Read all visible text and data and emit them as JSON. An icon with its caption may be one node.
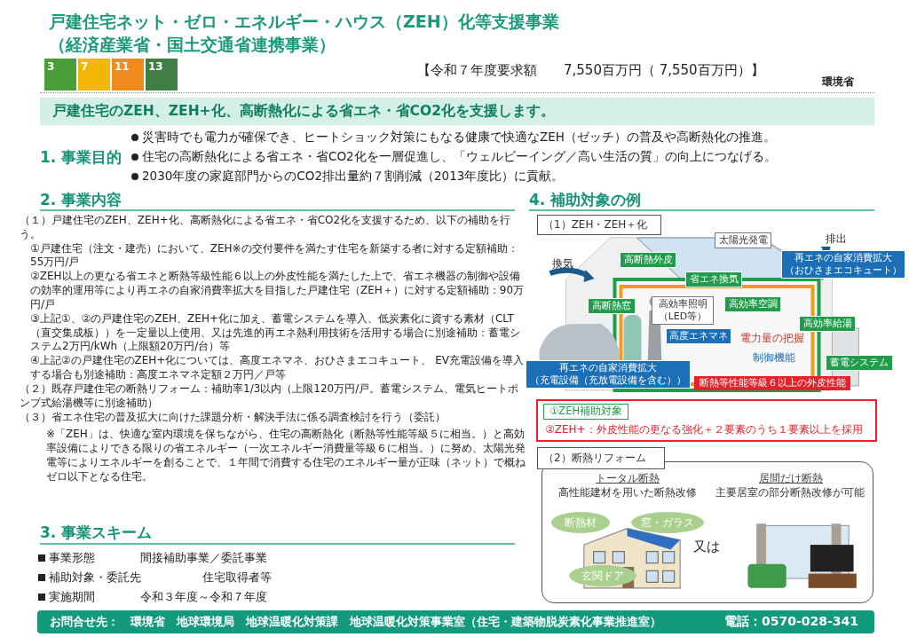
{
  "diagram": {
    "title": "戸建住宅ネット・ゼロ・エネルギー・ハウス（ZEH）化等支援事業",
    "nodes": [
      {
        "text": [
          "戸建住宅のZEH、ZEH+化、高断熱化による省エネ・省CO2化を支援します。"
        ]
      },
      {
        "text": [
          "（1）ZEH・ZEH＋化"
        ]
      },
      {
        "text": [
          "太陽光発電"
        ]
      },
      {
        "text": [
          "高断熱外皮"
        ]
      },
      {
        "text": [
          "省エネ換気"
        ]
      },
      {
        "text": [
          "高断熱窓"
        ]
      },
      {
        "text": [
          "高効率照明",
          "（LED等）"
        ]
      },
      {
        "text": [
          "高効率空調"
        ]
      },
      {
        "text": [
          "再エネの自家消費拡大",
          "（おひさまエコキュート）"
        ]
      },
      {
        "text": [
          "高度エネマネ"
        ]
      },
      {
        "text": [
          "高効率給湯"
        ]
      },
      {
        "text": [
          "再エネの自家消費拡大",
          "（充電設備（充放電設備を含む））"
        ]
      },
      {
        "text": [
          "断熱等性能等級６以上の外皮性能"
        ]
      },
      {
        "text": [
          "蓄電システム"
        ]
      },
      {
        "text": [
          "②ZEH+：外皮性能の更なる強化＋２要素のうち１要素以上を採用"
        ]
      },
      {
        "text": [
          "①ZEH補助対象"
        ],
        "in": 14
      },
      {
        "text": [
          "（2）断熱リフォーム"
        ]
      },
      {
        "text": [
          "トータル断熱",
          "高性能建材を用いた断熱改修",
          "又は",
          "居間だけ断熱",
          "主要居室の部分断熱改修が可能"
        ]
      },
      {
        "text": [
          "断熱材"
        ],
        "in": 17
      },
      {
        "text": [
          "窓・ガラス"
        ],
        "in": 17
      },
      {
        "text": [
          "玄関ドア"
        ],
        "in": 17
      },
      {
        "text": [
          "お問合せ先：　環境省　地球環境局　地球温暖化対策課　地球温暖化対策事業室（住宅・建築物脱炭素化事業推進室）",
          "電話：0570-028-341"
        ]
      }
    ],
    "labels": [
      "（経済産業省・国土交通省連携事業）",
      "3",
      "7",
      "11",
      "13",
      "【令和７年度要求額　　7,550百万円（ 7,550百万円）】",
      "環境省",
      "1. 事業目的",
      "災害時でも電力が確保でき、ヒートショック対策にもなる健康で快適なZEH（ゼッチ）の普及や高断熱化の推進。",
      "住宅の高断熱化による省エネ・省CO2化を一層促進し、「ウェルビーイング／高い生活の質」の向上につなげる。",
      "2030年度の家庭部門からのCO2排出量約７割削減（2013年度比）に貢献。",
      "2. 事業内容",
      "（１）戸建住宅のZEH、ZEH+化、高断熱化による省エネ・省CO2化を支援するため、以下の補助を行う。",
      "①戸建住宅（注文・建売）において、ZEH※の交付要件を満たす住宅を新築する者に対する定額補助：55万円/戸",
      "②ZEH以上の更なる省エネと断熱等級性能６以上の外皮性能を満たした上で、省エネ機器の制御や設備の効率的運用等により再エネの自家消費率拡大を目指した戸建住宅（ZEH＋）に対する定額補助：90万円/戸",
      "③上記①、②の戸建住宅のZEH、ZEH+化に加え、蓄電システムを導入、低炭素化に資する素材（CLT（直交集成板））を一定量以上使用、又は先進的再エネ熱利用技術を活用する場合に別途補助：蓄電システム2万円/kWh（上限額20万円/台）等",
      "④上記②の戸建住宅のZEH+化については、高度エネマネ、おひさまエコキュート、 EV充電設備を導入する場合も別途補助：高度エネマネ定額２万円／戸等",
      "（２）既存戸建住宅の断熱リフォーム：補助率1/3以内（上限120万円/戸。蓄電システム、電気ヒートポンプ式給湯機等に別途補助）",
      "（３）省エネ住宅の普及拡大に向けた課題分析・解決手法に係る調査検討を行う（委託）",
      "※「ZEH」は、快適な室内環境を保ちながら、住宅の高断熱化（断熱等性能等級５に相当。）と高効率設備によりできる限りの省エネルギー（一次エネルギー消費量等級６に相当。）に努め、太陽光発電等によりエネルギーを創ることで、１年間で消費する住宅のエネルギー量が正味（ネット）で概ねゼロ以下となる住宅。",
      "3. 事業スキーム",
      "事業形態",
      "間接補助事業／委託事業",
      "補助対象・委託先",
      "住宅取得者等",
      "実施期間",
      "令和３年度～令和７年度",
      "4. 補助対象の例",
      "換気",
      "排出",
      "電力量の把握",
      "制御機能"
    ]
  }
}
